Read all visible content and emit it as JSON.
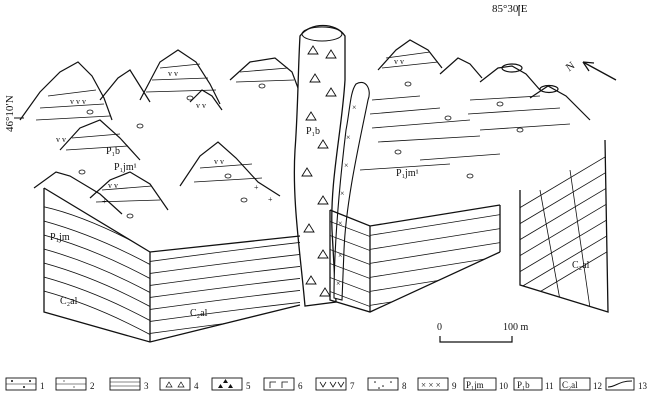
{
  "coordinates": {
    "longitude": "85°30′E",
    "latitude": "46°10′N"
  },
  "north_arrow": "N",
  "formation_labels": {
    "p1b_upper_left": "P₁b",
    "p1jm1_upper_left": "P₁jm¹",
    "p1jm_left": "P₁jm",
    "c2al_left": "C₂al",
    "c2al_center": "C₂al",
    "p1b_center": "P₁b",
    "p1jm1_center": "P₁jm¹",
    "c2al_right": "C₂al"
  },
  "scale_bar": {
    "start_label": "0",
    "end_label": "100 m"
  },
  "legend": [
    {
      "number": "1",
      "symbol": "sandstone-dotted"
    },
    {
      "number": "2",
      "symbol": "siltstone-fine-dots"
    },
    {
      "number": "3",
      "symbol": "mudstone-lines"
    },
    {
      "number": "4",
      "symbol": "breccia-triangles"
    },
    {
      "number": "5",
      "symbol": "volcanic-breccia"
    },
    {
      "number": "6",
      "symbol": "basalt-brackets"
    },
    {
      "number": "7",
      "symbol": "andesite-v"
    },
    {
      "number": "8",
      "symbol": "tuff-dots"
    },
    {
      "number": "9",
      "symbol": "granite-x"
    },
    {
      "number": "10",
      "label": "P₁jm"
    },
    {
      "number": "11",
      "label": "P₁b"
    },
    {
      "number": "12",
      "label": "C₂al"
    },
    {
      "number": "13",
      "symbol": "contact-line"
    }
  ]
}
